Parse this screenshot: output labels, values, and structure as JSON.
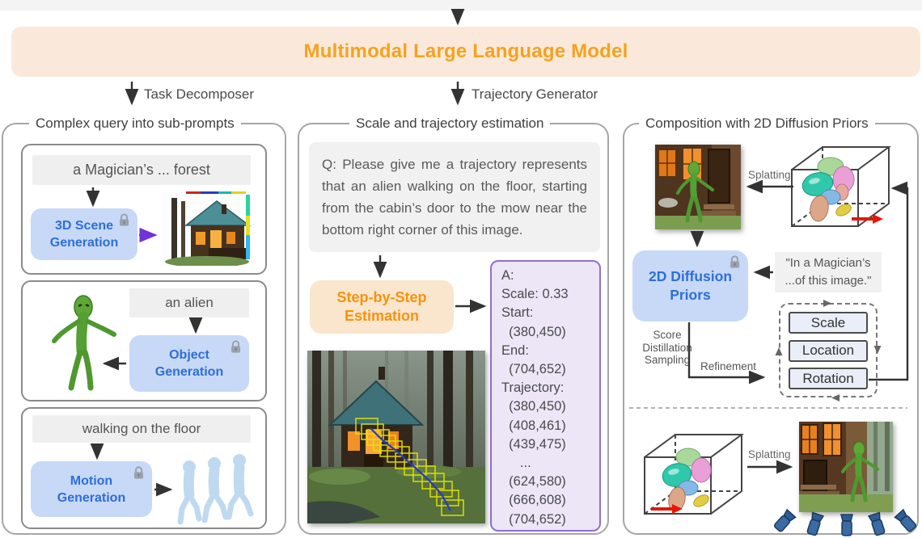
{
  "header": {
    "mllm_label": "Multimodal Large Language Model",
    "task_decomposer_label": "Task Decomposer",
    "trajectory_generator_label": "Trajectory Generator"
  },
  "left_panel": {
    "title": "Complex query into sub-prompts",
    "scene_prompt": "a Magician’s ... forest",
    "scene_module": "3D Scene Generation",
    "object_prompt": "an alien",
    "object_module": "Object Generation",
    "motion_prompt": "walking on the floor",
    "motion_module": "Motion Generation"
  },
  "middle_panel": {
    "title": "Scale and trajectory estimation",
    "question": "Q: Please give me a trajectory represents that an alien walking on the floor, starting from the cabin’s door to the mow near the bottom right corner of this image.",
    "module": "Step-by-Step Estimation",
    "answer_lines": [
      "A:",
      "Scale: 0.33",
      "Start:",
      "  (380,450)",
      "End:",
      "  (704,652)",
      "Trajectory:",
      "  (380,450)",
      "  (408,461)",
      "  (439,475)",
      "     ...",
      "  (624,580)",
      "  (666,608)",
      "  (704,652)"
    ]
  },
  "right_panel": {
    "title": "Composition with 2D Diffusion Priors",
    "splatting_top_label": "Splatting",
    "splatting_bottom_label": "Splatting",
    "module": "2D Diffusion Priors",
    "prompt_quote": "\"In a Magician’s ...of this image.\"",
    "sds_label": "Score Distillation Sampling",
    "refinement_label": "Refinement",
    "loop_items": [
      "Scale",
      "Location",
      "Rotation"
    ]
  },
  "colors": {
    "accent_orange": "#F6A21E",
    "peach_fill": "#FAE9DA",
    "module_blue_fill": "#C7D9F6",
    "module_blue_text": "#2E6ED8",
    "purple_fill": "#ECE6F7",
    "purple_border": "#8F6FD0",
    "red_arrow": "#E81608"
  }
}
